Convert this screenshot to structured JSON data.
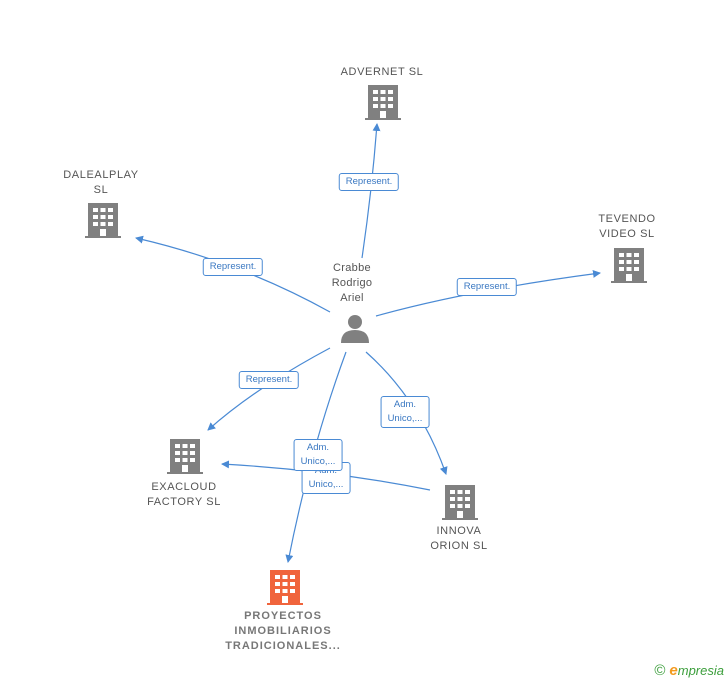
{
  "center_person": {
    "label_lines": [
      "Crabbe",
      "Rodrigo",
      "Ariel"
    ],
    "icon": "person-icon"
  },
  "companies": [
    {
      "id": "advernet",
      "label_lines": [
        "ADVERNET SL"
      ],
      "icon": "building-icon"
    },
    {
      "id": "dalealplay",
      "label_lines": [
        "DALEALPLAY",
        "SL"
      ],
      "icon": "building-icon"
    },
    {
      "id": "tevendo",
      "label_lines": [
        "TEVENDO",
        "VIDEO  SL"
      ],
      "icon": "building-icon"
    },
    {
      "id": "exacloud",
      "label_lines": [
        "EXACLOUD",
        "FACTORY  SL"
      ],
      "icon": "building-icon"
    },
    {
      "id": "innova",
      "label_lines": [
        "INNOVA",
        "ORION  SL"
      ],
      "icon": "building-icon"
    },
    {
      "id": "proyectos",
      "label_lines": [
        "PROYECTOS",
        "INMOBILIARIOS",
        "TRADICIONALES..."
      ],
      "icon": "building-icon",
      "highlighted": true
    }
  ],
  "relations": [
    {
      "id": "rel-advernet",
      "label_lines": [
        "Represent."
      ]
    },
    {
      "id": "rel-dalealplay",
      "label_lines": [
        "Represent."
      ]
    },
    {
      "id": "rel-tevendo",
      "label_lines": [
        "Represent."
      ]
    },
    {
      "id": "rel-exacloud",
      "label_lines": [
        "Represent."
      ]
    },
    {
      "id": "rel-innova",
      "label_lines": [
        "Adm.",
        "Unico,..."
      ]
    },
    {
      "id": "rel-innova-exacloud",
      "label_lines": [
        "Adm.",
        "Unico,..."
      ]
    },
    {
      "id": "rel-proyectos",
      "label_lines": [
        "Adm.",
        "Unico,..."
      ]
    }
  ],
  "colors": {
    "edge": "#4a8ad4",
    "node": "#808080",
    "highlight_node": "#f0643c"
  },
  "footer": {
    "copyright": "©",
    "brand_initial": "e",
    "brand_rest": "mpresia"
  }
}
